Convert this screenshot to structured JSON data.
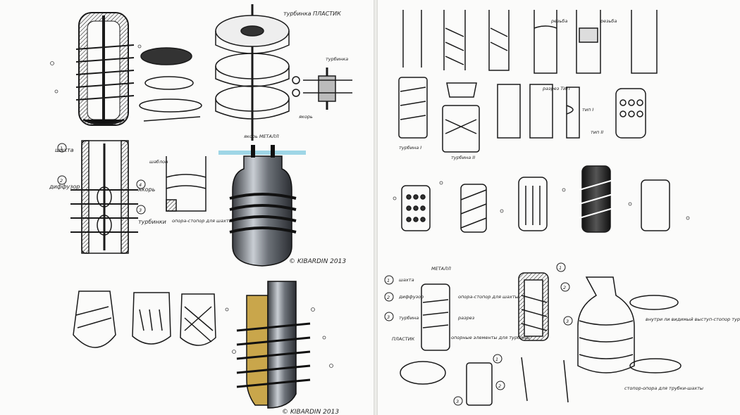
{
  "labels": {
    "turbine_plastic": "турбинка ПЛАСТИК",
    "turbine_top": "турбинка",
    "anchor": "якорь",
    "anchor_metal": "якорь МЕТАЛЛ",
    "shaft": "шахта",
    "diffuser": "диффузор",
    "anchor2": "якорь",
    "turbines": "турбинки",
    "bushing": "шаблон",
    "support_stop": "опора-стопор для шахты",
    "sheath": "резьба",
    "sheath2": "резьба",
    "cut_type": "разрез ТИП",
    "type_one": "тип I",
    "type_two": "тип II",
    "turbine_one": "турбина I",
    "turbine_two": "турбина II",
    "metal": "МЕТАЛЛ",
    "shaft2": "шахта",
    "diffuser2": "диффузор",
    "turbine3": "турбина",
    "plastic": "ПЛАСТИК",
    "support_stop2": "опора-стопор для шахты",
    "thread": "разрез",
    "support_stop3": "опорные элементы для турбины",
    "pipe_stop": "стопор-опора для трубки-шахты",
    "inner_note": "внутри ли видимый выступ-стопор турбины?",
    "signature": "© KIBARDIN 2013",
    "signature2": "© KIBARDIN 2013"
  },
  "numbers": [
    "1",
    "2",
    "3",
    "4",
    "1",
    "2",
    "3",
    "1",
    "2",
    "3",
    "1",
    "2",
    "3"
  ],
  "colors": {
    "ink": "#1a1a1a",
    "marker_grey": "#8a8f96",
    "accent_blue": "#9fd6e6",
    "accent_ochre": "#c9a64b",
    "paper": "#fbfbfa"
  }
}
